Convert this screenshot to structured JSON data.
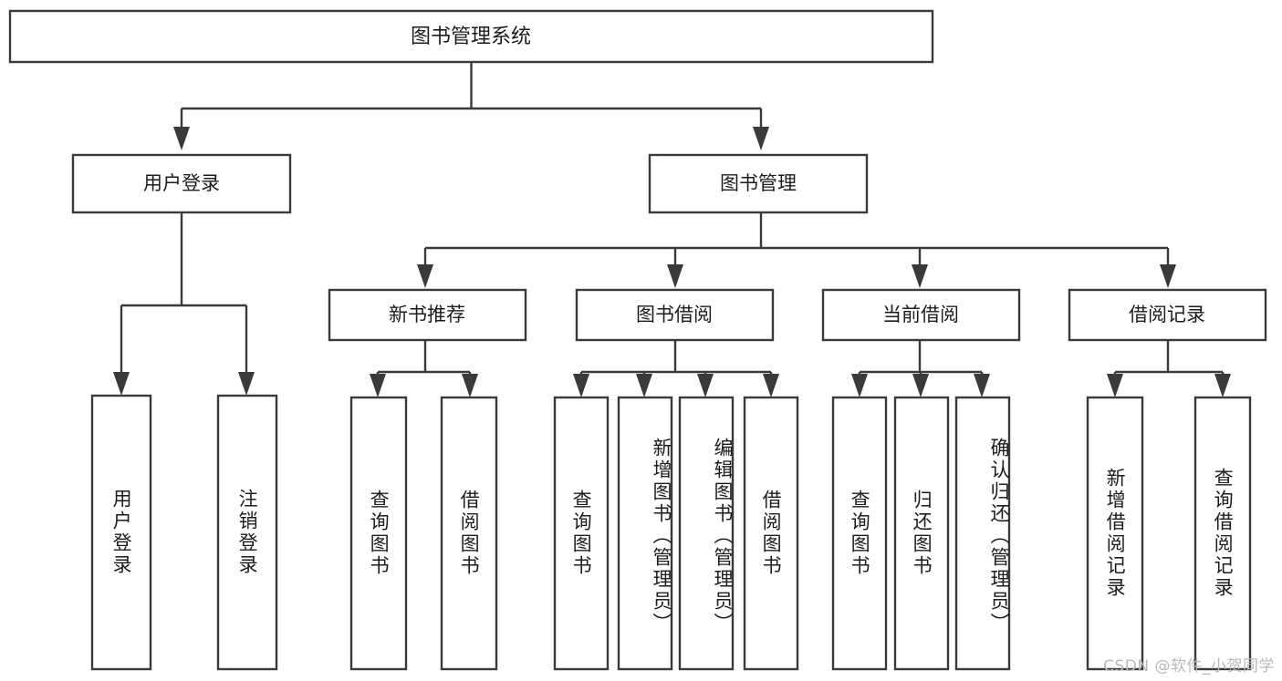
{
  "diagram": {
    "type": "tree-hierarchy-flowchart",
    "title": "图书管理系统",
    "orientation": "top-down",
    "colors": {
      "box_stroke": "#3a3a3a",
      "box_fill": "#ffffff",
      "connector": "#3a3a3a",
      "text": "#1c1c1c",
      "watermark": "#b9b9b9",
      "background": "#ffffff"
    },
    "root": {
      "label": "图书管理系统"
    },
    "level2": [
      {
        "id": "user-login",
        "label": "用户登录"
      },
      {
        "id": "book-manage",
        "label": "图书管理"
      }
    ],
    "level3": [
      {
        "id": "new-book-recommend",
        "label": "新书推荐",
        "parent": "book-manage"
      },
      {
        "id": "book-borrow",
        "label": "图书借阅",
        "parent": "book-manage"
      },
      {
        "id": "current-borrow",
        "label": "当前借阅",
        "parent": "book-manage"
      },
      {
        "id": "borrow-record",
        "label": "借阅记录",
        "parent": "book-manage"
      }
    ],
    "leaves": [
      {
        "id": "leaf-user-login",
        "label": "用户登录",
        "parent": "user-login"
      },
      {
        "id": "leaf-logout",
        "label": "注销登录",
        "parent": "user-login"
      },
      {
        "id": "leaf-query-book-1",
        "label": "查询图书",
        "parent": "new-book-recommend"
      },
      {
        "id": "leaf-borrow-book-1",
        "label": "借阅图书",
        "parent": "new-book-recommend"
      },
      {
        "id": "leaf-query-book-2",
        "label": "查询图书",
        "parent": "book-borrow"
      },
      {
        "id": "leaf-add-book",
        "label": "新增图书（管理员）",
        "parent": "book-borrow"
      },
      {
        "id": "leaf-edit-book",
        "label": "编辑图书（管理员）",
        "parent": "book-borrow"
      },
      {
        "id": "leaf-borrow-book-2",
        "label": "借阅图书",
        "parent": "book-borrow"
      },
      {
        "id": "leaf-query-book-3",
        "label": "查询图书",
        "parent": "current-borrow"
      },
      {
        "id": "leaf-return-book",
        "label": "归还图书",
        "parent": "current-borrow"
      },
      {
        "id": "leaf-confirm-return",
        "label": "确认归还（管理员）",
        "parent": "current-borrow"
      },
      {
        "id": "leaf-add-record",
        "label": "新增借阅记录",
        "parent": "borrow-record"
      },
      {
        "id": "leaf-query-record",
        "label": "查询借阅记录",
        "parent": "borrow-record"
      }
    ],
    "watermark": "CSDN @软件_小贺同学"
  }
}
